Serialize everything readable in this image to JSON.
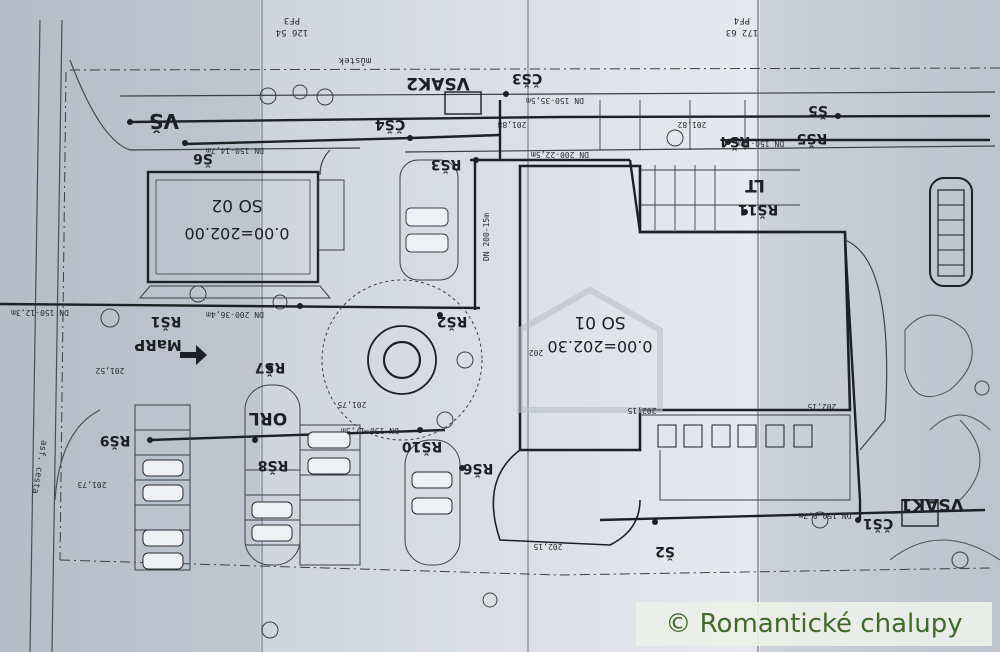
{
  "plan": {
    "buildings": {
      "so01": {
        "name": "SO 01",
        "level": "0.00=202.30"
      },
      "so02": {
        "name": "SO 02",
        "level": "0.00=202.00"
      }
    },
    "labels": {
      "vsak1": "VSAK1",
      "vsak2": "VSAK2",
      "cs1": "ČŠ1",
      "cs3": "ČŠ3",
      "cs4": "ČŠ4",
      "s2": "Š2",
      "s5": "Š5",
      "s6": "Š6",
      "vs": "VŠ",
      "rs1": "RŠ1",
      "rs2": "RŠ2",
      "rs3": "RŠ3",
      "rs4": "RŠ4",
      "rs5": "RŠ5",
      "rs6": "RŠ6",
      "rs7": "RŠ7",
      "rs8": "RŠ8",
      "rs9": "RŠ9",
      "rs10": "RŠ10",
      "rs11": "RŠ11",
      "orl": "ORL",
      "lt": "LT",
      "marp": "MaRP",
      "pf3": "PF3",
      "pf4": "PF4",
      "pf3_code": "126 54",
      "pf4_code": "172 63",
      "mustek": "můstek",
      "asf_cesta": "asf. cesta"
    },
    "pipe_notes": {
      "dn150_35": "DN 150-35,5m",
      "dn150_147": "DN 150-14,7m",
      "dn200_364": "DN 200-36,4m",
      "dn200_225": "DN 200-22,5m",
      "dn200_15": "DN 200-15m",
      "dn150_07": "DN 150-0,7m",
      "dn150_10": "DN 150-10m",
      "dn150_175": "DN 150-17,5m",
      "dn150_123": "DN 150-12,3m"
    },
    "levels": {
      "l20188": "201,88",
      "l20182": "201,82",
      "l20215a": "202,15",
      "l20215b": "202,15",
      "l20215c": "202,15",
      "l202": "202",
      "l20175": "201,75",
      "l20152": "201,52",
      "l20173": "201,73"
    }
  },
  "watermark": {
    "text": "© Romantické chalupy",
    "color": "#3f6a2c"
  }
}
